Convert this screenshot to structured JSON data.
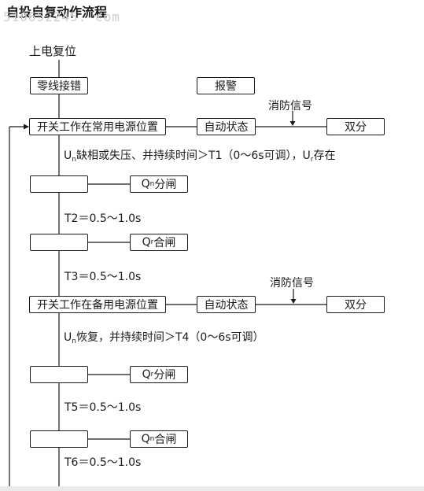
{
  "title": "自投自复动作流程",
  "watermark": "510652245. com",
  "steps": {
    "power_on": "上电复位",
    "neutral_fault": "零线接错",
    "alarm": "报警",
    "common_power": "开关工作在常用电源位置",
    "auto_state_1": "自动状态",
    "fire_signal_1": "消防信号",
    "double_off_1": "双分",
    "cond1_u": "U",
    "cond1_u_sub": "n",
    "cond1_text": "缺相或失压、并持续时间＞T1（0～6s可调），U",
    "cond1_r_sub": "r",
    "cond1_tail": "存在",
    "qn_open_main": "Q",
    "qn_open_sub": "n",
    "qn_open_text": "分闸",
    "t2": "T2＝0.5～1.0s",
    "qr_close_main": "Q",
    "qr_close_sub": "r",
    "qr_close_text": "合闸",
    "t3": "T3＝0.5～1.0s",
    "standby_power": "开关工作在备用电源位置",
    "auto_state_2": "自动状态",
    "fire_signal_2": "消防信号",
    "double_off_2": "双分",
    "cond2_u": "U",
    "cond2_u_sub": "n",
    "cond2_text": "恢复，并持续时间＞T4（0～6s可调）",
    "qr_open_main": "Q",
    "qr_open_sub": "r",
    "qr_open_text": "分闸",
    "t5": "T5＝0.5～1.0s",
    "qn_close_main": "Q",
    "qn_close_sub": "n",
    "qn_close_text": "合闸",
    "t6": "T6＝0.5～1.0s"
  }
}
